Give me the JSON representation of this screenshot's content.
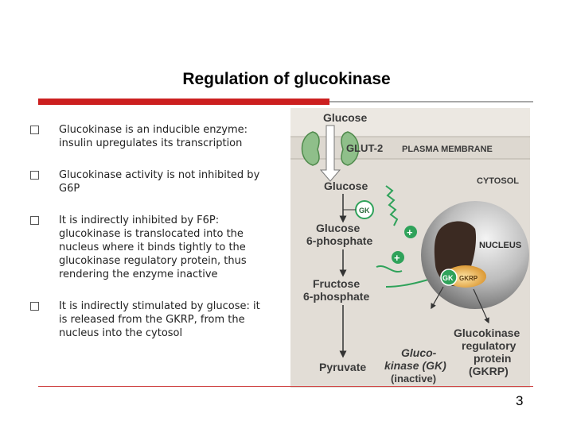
{
  "slide": {
    "title": "Regulation of glucokinase",
    "page_number": "3"
  },
  "bullets": [
    {
      "text": "Glucokinase is an inducible enzyme: insulin upregulates its transcription"
    },
    {
      "text": "Glucokinase activity is not inhibited by G6P"
    },
    {
      "text": "It is indirectly inhibited by F6P: glucokinase is translocated into the nucleus where it binds tightly to the glucokinase regulatory protein, thus rendering the enzyme inactive"
    },
    {
      "text": "It is indirectly stimulated by glucose: it is released from the GKRP, from the nucleus into the cytosol"
    }
  ],
  "diagram": {
    "glucose_top": "Glucose",
    "glut2": "GLUT-2",
    "plasma_membrane": "PLASMA MEMBRANE",
    "cytosol": "CYTOSOL",
    "glucose_inner": "Glucose",
    "gk": "GK",
    "g6p_line1": "Glucose",
    "g6p_line2": "6-phosphate",
    "plus": "+",
    "nucleus": "NUCLEUS",
    "gk_nuc": "GK",
    "gkrp_nuc": "GKRP",
    "f6p_line1": "Fructose",
    "f6p_line2": "6-phosphate",
    "gkrp_label_1": "Glucokinase",
    "gkrp_label_2": "regulatory",
    "gkrp_label_3": "protein",
    "gkrp_label_4": "(GKRP)",
    "pyruvate": "Pyruvate",
    "gk_inactive_1": "Gluco-",
    "gk_inactive_2": "kinase (GK)",
    "gk_inactive_3": "(inactive)"
  },
  "colors": {
    "accent_red": "#cc1f1f",
    "diagram_bg": "#e2ddd6",
    "transporter_green": "#8fbf8a",
    "arrow_green": "#2fa25a"
  }
}
